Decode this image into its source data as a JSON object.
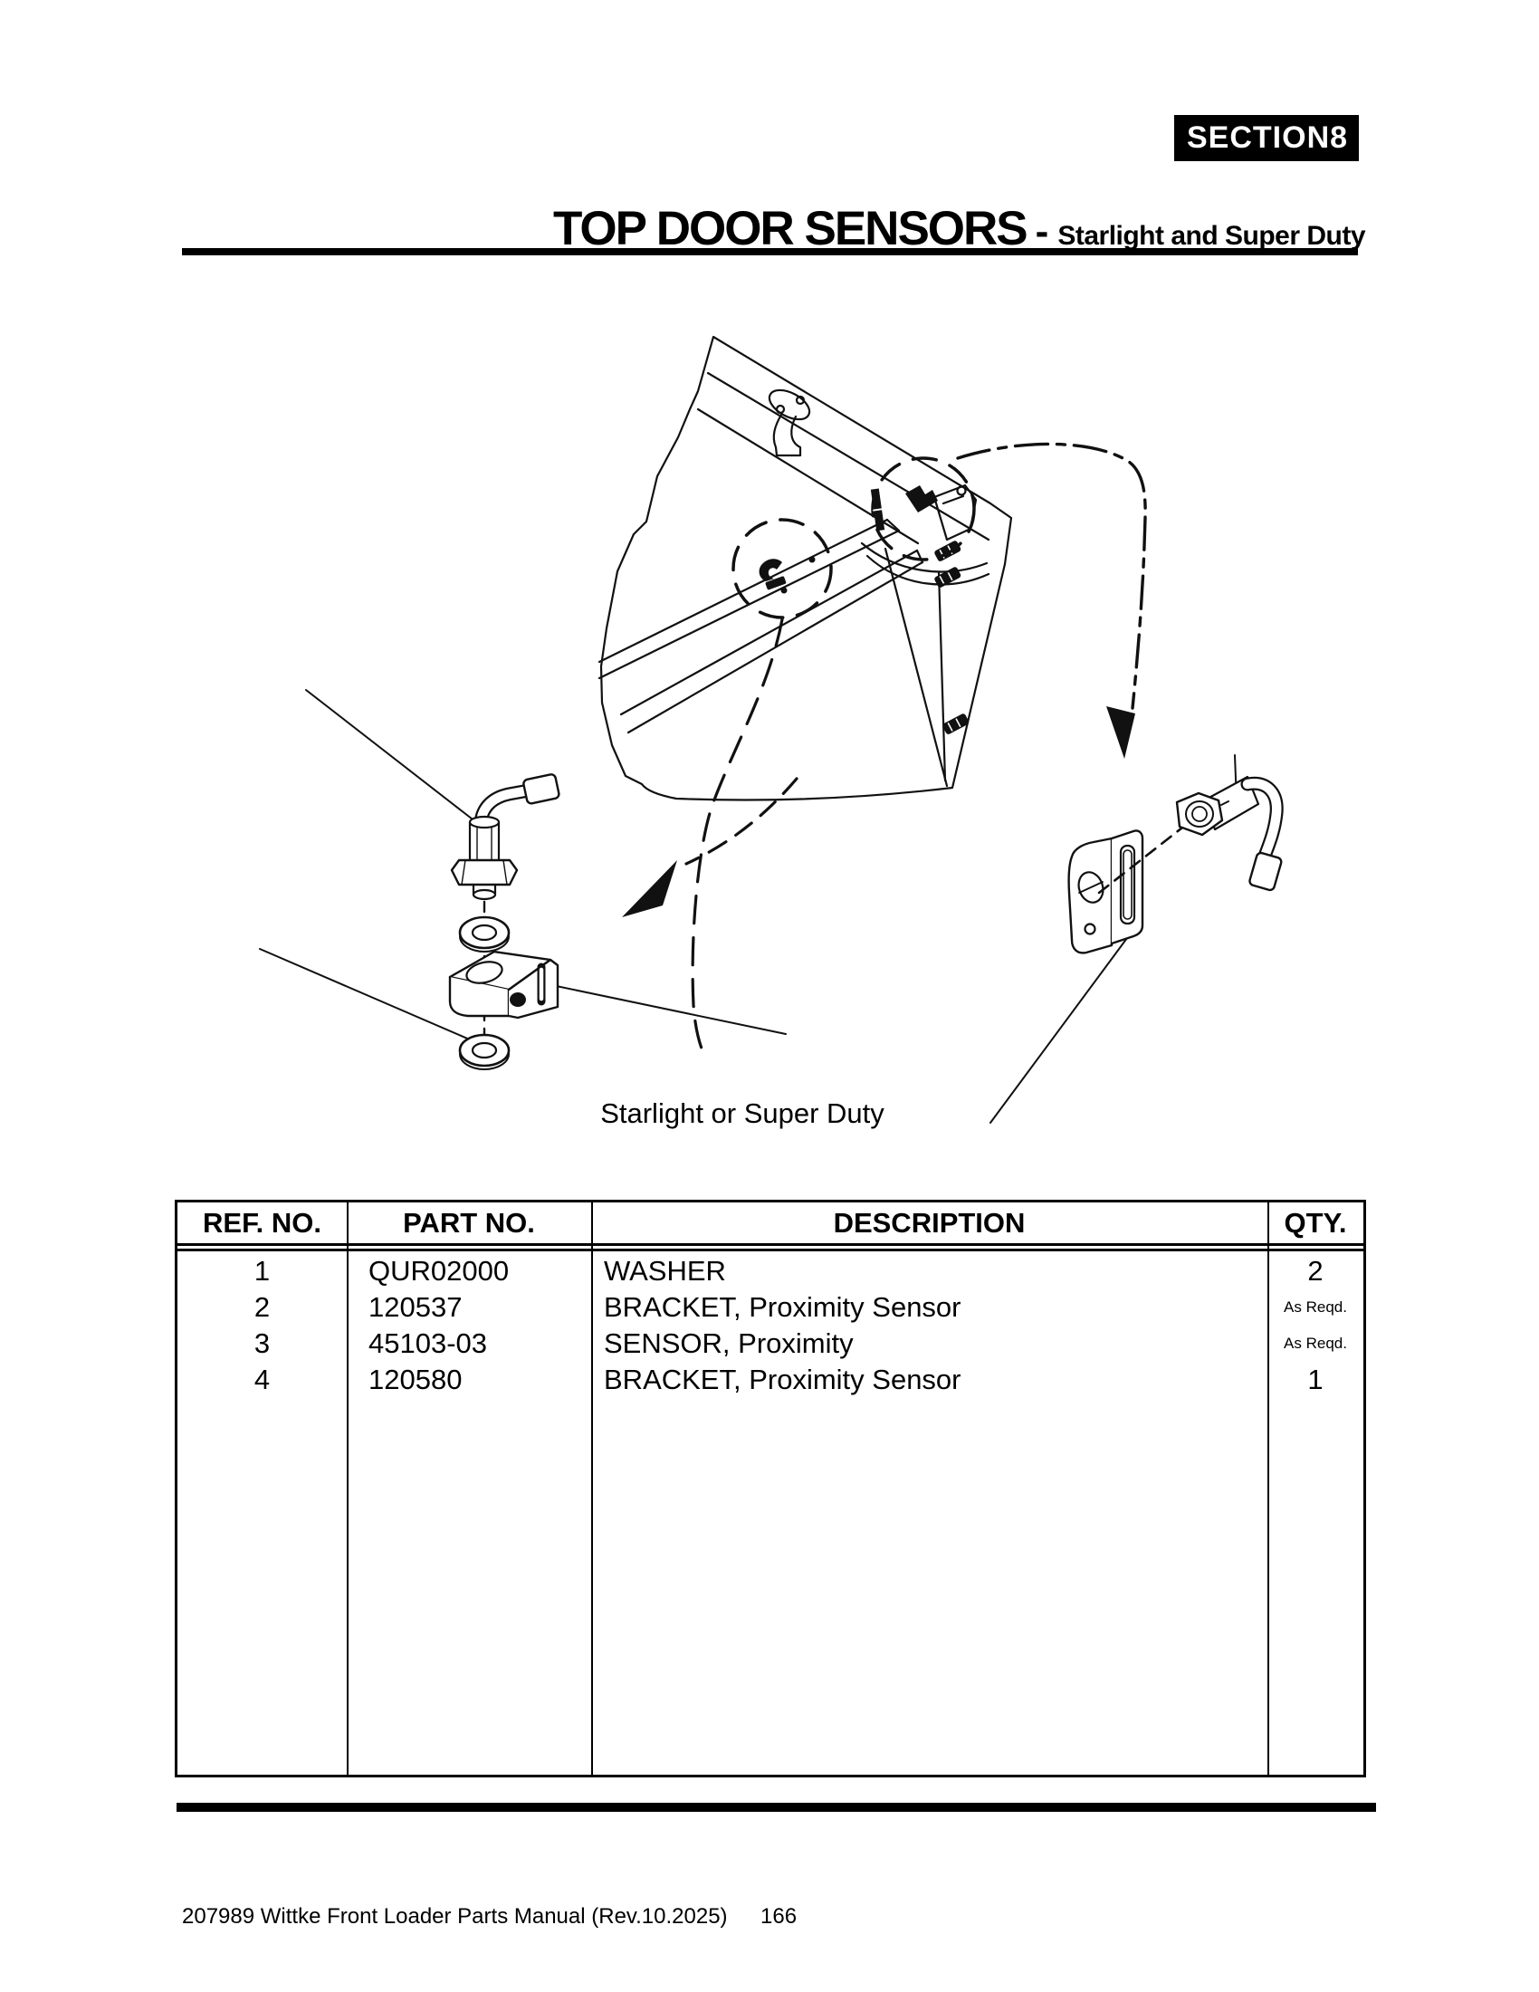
{
  "header": {
    "section_label": "SECTION",
    "section_number": "8",
    "title": "TOP DOOR SENSORS",
    "title_separator": "-",
    "subtitle": "Starlight and Super Duty"
  },
  "diagram": {
    "caption": "Starlight or Super Duty",
    "icons": [
      "door-panel-drawing",
      "detail-circle-left",
      "detail-circle-right",
      "dashed-cutaway-line",
      "left-pointer-arrow",
      "right-reference-line",
      "proximity-sensor-left",
      "washer-top",
      "washer-bottom",
      "sensor-bracket-left",
      "sensor-bracket-right",
      "proximity-sensor-right"
    ]
  },
  "table": {
    "headers": [
      "REF. NO.",
      "PART NO.",
      "DESCRIPTION",
      "QTY."
    ],
    "rows": [
      {
        "ref": "1",
        "part": "QUR02000",
        "desc": "WASHER",
        "qty": "2"
      },
      {
        "ref": "2",
        "part": "120537",
        "desc": "BRACKET, Proximity Sensor",
        "qty": "As Reqd."
      },
      {
        "ref": "3",
        "part": "45103-03",
        "desc": "SENSOR, Proximity",
        "qty": "As Reqd."
      },
      {
        "ref": "4",
        "part": "120580",
        "desc": "BRACKET, Proximity Sensor",
        "qty": "1"
      }
    ]
  },
  "footer": {
    "text": "207989 Wittke Front Loader Parts Manual (Rev.10.2025)",
    "page": "166"
  },
  "colors": {
    "ink": "#111111",
    "paper": "#ffffff"
  }
}
